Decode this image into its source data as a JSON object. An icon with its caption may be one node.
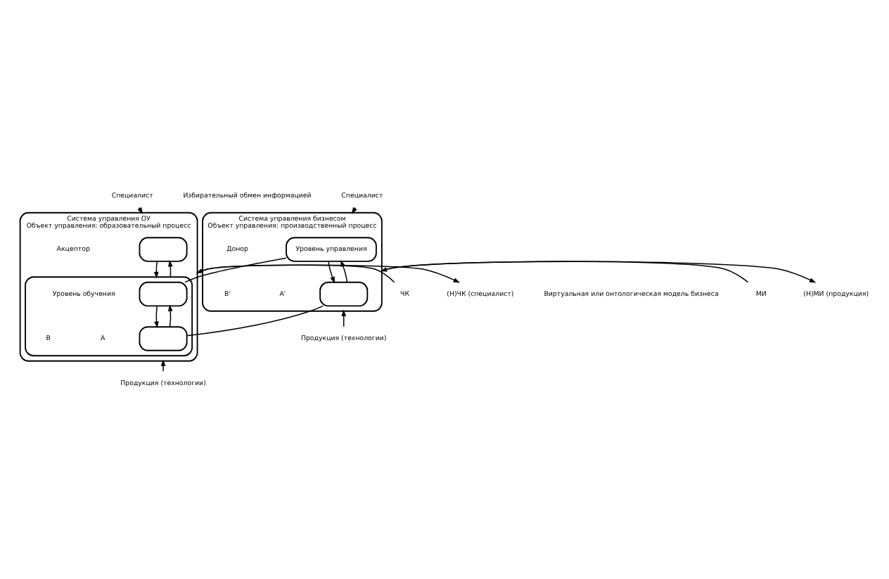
{
  "diagram": {
    "nodes": [
      {
        "text": [
          "Система управления ОУ",
          "Объект управления: образовательный процесс"
        ]
      },
      {
        "text": [],
        "shape": "box",
        "in": 0
      },
      {
        "text": [],
        "shape": "box",
        "in": 0
      },
      {
        "text": [],
        "shape": "box",
        "in": 2,
        "beside": [
          "Уровень обучения"
        ]
      },
      {
        "text": [],
        "shape": "box",
        "in": 2
      },
      {
        "text": [
          "Система управления бизнесом",
          "Объект управления: производственный процесс"
        ]
      },
      {
        "text": [
          "Уровень управления"
        ],
        "in": 5
      },
      {
        "text": [],
        "shape": "box",
        "in": 5
      },
      {
        "text": [
          "Специалист"
        ]
      },
      {
        "text": [
          "Продукция (технологии)"
        ]
      },
      {
        "text": [
          "ЧК"
        ]
      },
      {
        "text": [
          "(Н)ЧК (специалист)"
        ]
      },
      {
        "text": [
          "Специалист"
        ]
      },
      {
        "text": [
          "Продукция (технологии)"
        ]
      },
      {
        "text": [
          "МИ"
        ]
      },
      {
        "text": [
          "(Н)МИ (продукция)"
        ]
      }
    ],
    "edges": [
      {
        "from": 8,
        "to": 0,
        "arrow": "to"
      },
      {
        "from": 9,
        "to": 0,
        "arrow": "to"
      },
      {
        "from": 1,
        "to": 2,
        "arrow": "to"
      },
      {
        "from": 2,
        "to": 1,
        "arrow": "to"
      },
      {
        "from": 3,
        "to": 4,
        "arrow": "to"
      },
      {
        "from": 4,
        "to": 3,
        "arrow": "to"
      },
      {
        "from": 10,
        "to": 0,
        "arrow": "to"
      },
      {
        "from": 0,
        "to": 11,
        "arrow": "to"
      },
      {
        "from": 12,
        "to": 5,
        "arrow": "to"
      },
      {
        "from": 13,
        "to": 5,
        "arrow": "to"
      },
      {
        "from": 6,
        "to": 7,
        "arrow": "to"
      },
      {
        "from": 7,
        "to": 6,
        "arrow": "to"
      },
      {
        "from": 14,
        "to": 5,
        "arrow": "to"
      },
      {
        "from": 5,
        "to": 15,
        "arrow": "to"
      },
      {
        "from": 3,
        "to": 6,
        "arrow": "none"
      },
      {
        "from": 4,
        "to": 7,
        "arrow": "none"
      }
    ],
    "labels": [
      "Акцептор",
      "Избирательный обмен информацией",
      "Виртуальная или онтологическая модель бизнеса",
      "Донор",
      "A",
      "B",
      "A'",
      "B'"
    ]
  }
}
